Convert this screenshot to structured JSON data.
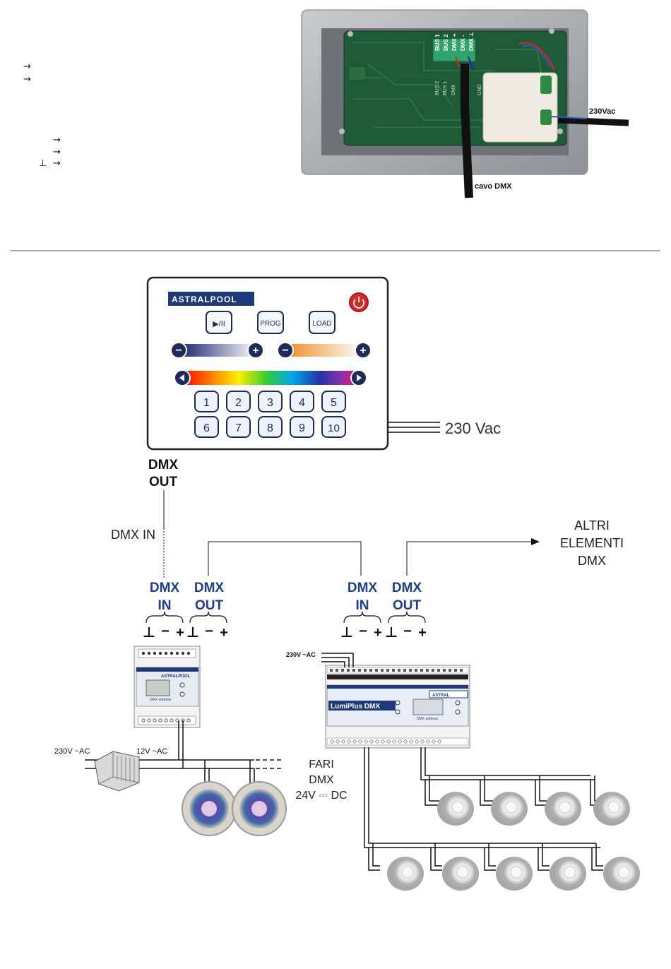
{
  "top_section": {
    "arrow_glyph": "→",
    "ground_glyph": "⊥",
    "photo_labels": {
      "power": "230Vac",
      "dmx_cable": "cavo DMX",
      "terminals": [
        "BUS 1",
        "BUS 2",
        "DMX +",
        "DMX -",
        "DMX ⊥"
      ],
      "pcb_labels": [
        "BUS 2",
        "BUS 1",
        "DMX",
        "GND"
      ]
    }
  },
  "controller": {
    "brand": "ASTRALPOOL",
    "buttons": {
      "play": "▶/II",
      "prog": "PROG",
      "load": "LOAD"
    },
    "minus": "−",
    "plus": "+",
    "numbers": [
      "1",
      "2",
      "3",
      "4",
      "5",
      "6",
      "7",
      "8",
      "9",
      "10"
    ],
    "power_label": "230 Vac",
    "out_label_1": "DMX",
    "out_label_2": "OUT"
  },
  "wiring": {
    "dmx_in_label": "DMX IN",
    "other_elements": [
      "ALTRI",
      "ELEMENTI",
      "DMX"
    ],
    "terminal_symbols": [
      "⊥",
      "−",
      "+"
    ],
    "module_left": {
      "in_1": "DMX",
      "in_2": "IN",
      "out_1": "DMX",
      "out_2": "OUT",
      "brand": "ASTRALPOOL",
      "display_label": "DMX address",
      "power_in": "230V ~AC",
      "power_out": "12V ~AC"
    },
    "module_right": {
      "in_1": "DMX",
      "in_2": "IN",
      "out_1": "DMX",
      "out_2": "OUT",
      "name": "LumiPlus DMX",
      "display_label": "DMX address",
      "brand": "ASTRAL",
      "power_in": "230V ~AC"
    },
    "fari_labels": [
      "FARI",
      "DMX",
      "24V ⎓ DC"
    ]
  },
  "colors": {
    "blue_label": "#1f3d8f",
    "controller_border": "#222222",
    "brand_bg": "#1f3a7a",
    "power_button": "#d42a2a"
  }
}
